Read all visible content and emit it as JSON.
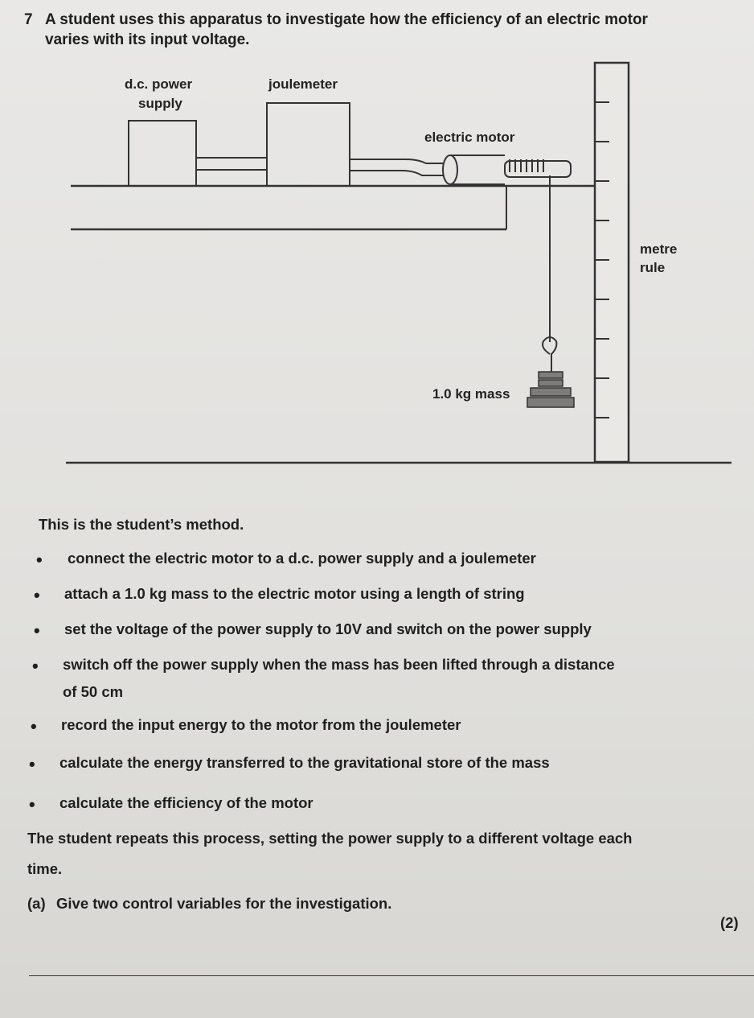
{
  "question": {
    "number": "7",
    "intro_line1": "A student uses this apparatus to investigate how the efficiency of an electric motor",
    "intro_line2": "varies with its input voltage."
  },
  "diagram": {
    "labels": {
      "power_supply_line1": "d.c. power",
      "power_supply_line2": "supply",
      "joulemeter": "joulemeter",
      "motor": "electric motor",
      "metre_rule_line1": "metre",
      "metre_rule_line2": "rule",
      "mass": "1.0 kg mass"
    }
  },
  "method": {
    "heading": "This is the student’s method.",
    "steps": [
      "connect the electric motor to a d.c. power supply and a joulemeter",
      "attach a 1.0 kg mass to the electric motor using a length of string",
      "set the voltage of the power supply to 10V and switch on the power supply",
      "switch off the power supply when the mass has been lifted through a distance",
      "of 50 cm",
      "record the input energy to the motor from the joulemeter",
      "calculate the energy transferred to the gravitational store of the mass",
      "calculate the efficiency of the motor"
    ],
    "repeat_line1": "The student repeats this process, setting the power supply to a different voltage each",
    "repeat_line2": "time."
  },
  "part_a": {
    "label": "(a)",
    "text": "Give two control variables for the investigation.",
    "marks": "(2)"
  }
}
